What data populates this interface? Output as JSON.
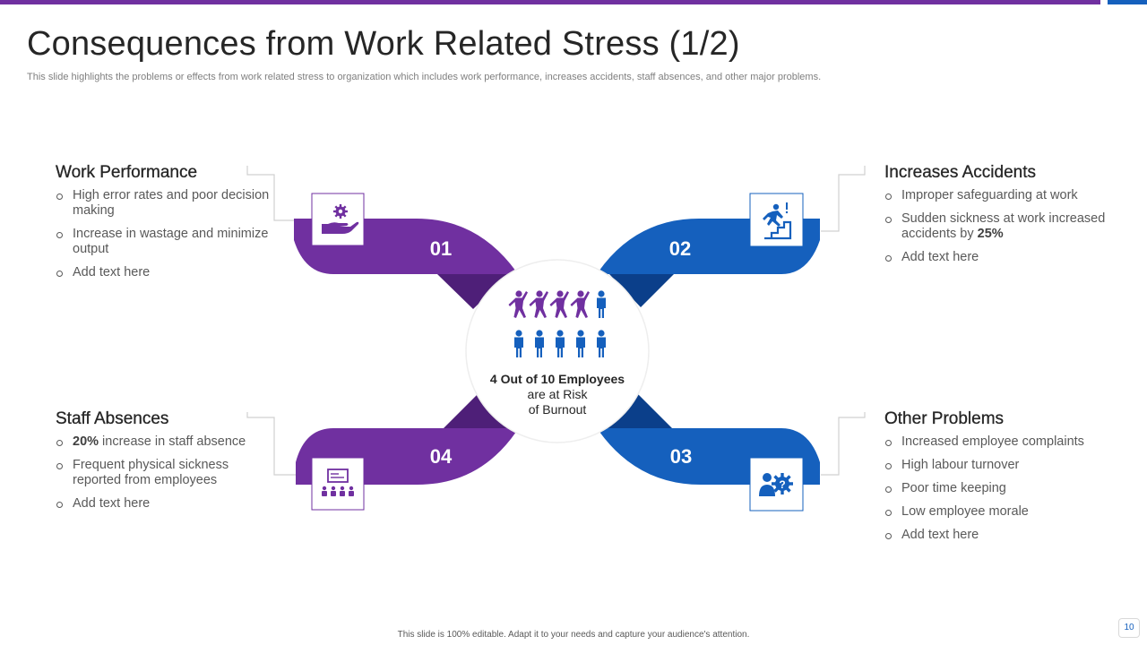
{
  "title": "Consequences from Work Related Stress (1/2)",
  "subtitle": "This slide highlights the problems or effects from work related stress to organization which includes work performance, increases accidents, staff absences, and other major problems.",
  "colors": {
    "purple": "#7030a0",
    "blue": "#1560bd"
  },
  "quadrants": [
    {
      "number": "01",
      "heading": "Work Performance",
      "icon": "hand-gear-icon",
      "bullets": [
        {
          "text": "High error rates and poor decision making"
        },
        {
          "text": "Increase in wastage and minimize output"
        },
        {
          "text": "Add text here"
        }
      ]
    },
    {
      "number": "02",
      "heading": "Increases Accidents",
      "icon": "falling-stairs-icon",
      "bullets": [
        {
          "text": "Improper safeguarding at work"
        },
        {
          "pre": "Sudden sickness at work increased accidents by ",
          "bold": "25%",
          "post": ""
        },
        {
          "text": "Add text here"
        }
      ]
    },
    {
      "number": "03",
      "heading": "Other Problems",
      "icon": "user-gear-question-icon",
      "bullets": [
        {
          "text": "Increased employee complaints"
        },
        {
          "text": "High labour turnover"
        },
        {
          "text": "Poor time keeping"
        },
        {
          "text": "Low employee morale"
        },
        {
          "text": "Add text here"
        }
      ]
    },
    {
      "number": "04",
      "heading": "Staff Absences",
      "icon": "meeting-presentation-icon",
      "bullets": [
        {
          "pre": "",
          "bold": "20%",
          "post": " increase in staff absence"
        },
        {
          "text": "Frequent physical sickness reported from employees"
        },
        {
          "text": "Add text here"
        }
      ]
    }
  ],
  "center": {
    "line1": "4 Out of 10 Employees",
    "line2": "are at Risk",
    "line3": "of Burnout",
    "icon": "employees-burnout-icon",
    "affected": 4,
    "total": 10
  },
  "footer": "This slide is 100% editable. Adapt it to your needs and capture your audience's attention.",
  "page_number": "10"
}
